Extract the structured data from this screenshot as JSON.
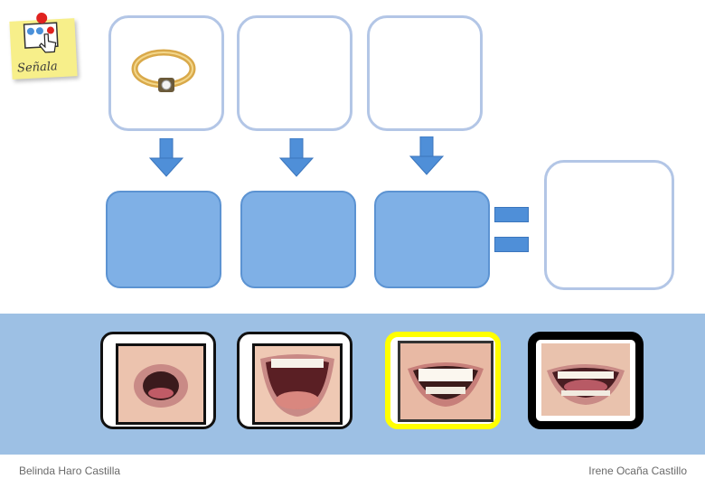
{
  "sticky_note": {
    "label": "Señala"
  },
  "top_cards": [
    {
      "name": "ring-picture-card",
      "icon": "ring"
    },
    {
      "name": "empty-card-2",
      "icon": ""
    },
    {
      "name": "empty-card-3",
      "icon": ""
    }
  ],
  "answer_slots": [
    "slot-1",
    "slot-2",
    "slot-3"
  ],
  "mouth_options": [
    {
      "name": "mouth-open-round",
      "frame": "#ffffff",
      "selected": false
    },
    {
      "name": "mouth-wide-open",
      "frame": "#ffffff",
      "selected": false
    },
    {
      "name": "mouth-smile-teeth",
      "frame": "#ffff00",
      "selected": true
    },
    {
      "name": "mouth-tongue-down",
      "frame": "#000000",
      "selected": false
    }
  ],
  "footer": {
    "left": "Belinda Haro Castilla",
    "right": "Irene Ocaña Castillo"
  },
  "colors": {
    "band": "#9dc0e4",
    "slot": "#7fb0e6",
    "arrow": "#4f8fd8",
    "card_border": "#b3c6e6"
  }
}
